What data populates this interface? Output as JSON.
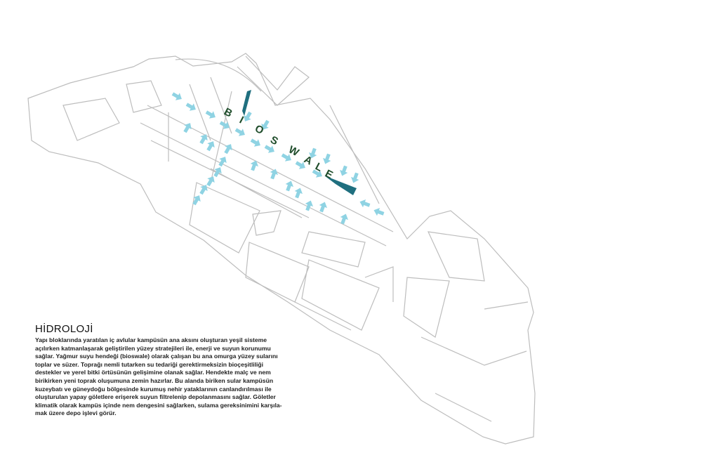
{
  "title": "HİDROLOJİ",
  "body_lines": [
    "Yapı bloklarında yaratılan iç avlular kampüsün ana aksını oluşturan yeşil sisteme",
    "açılırken katmanlaşarak geliştirilen yüzey stratejileri ile, enerji ve suyun korunumu",
    "sağlar. Yağmur suyu hendeği (bioswale) olarak çalışan bu ana omurga yüzey sularını",
    "toplar ve süzer. Toprağı nemli tutarken su tedariği gerektirmeksizin bioçeşitliliği",
    "destekler ve yerel bitki örtüsünün gelişimine olanak sağlar. Hendekte malç ve nem",
    "birikirken yeni toprak oluşumuna zemin hazırlar. Bu alanda biriken sular kampüsün",
    "kuzeybatı ve güneydoğu bölgesinde kurumuş nehir yataklarının canlandırılması ile",
    "oluşturulan yapay göletlere erişerek suyun filtrelenip depolanmasını sağlar. Göletler",
    "klimatik olarak kampüs içinde nem dengesini sağlarken,  sulama gereksinimini karşıla-",
    "mak üzere depo işlevi görür."
  ],
  "map": {
    "label_letters": [
      "B",
      "I",
      "O",
      "S",
      "W",
      "A",
      "L",
      "E"
    ],
    "colors": {
      "arrow": "#8fd3e3",
      "swale": "#1f6f7f",
      "label": "#1f4d2b",
      "lines": "#bdbdbd"
    },
    "icons": [
      "flow-arrow-icon"
    ]
  }
}
